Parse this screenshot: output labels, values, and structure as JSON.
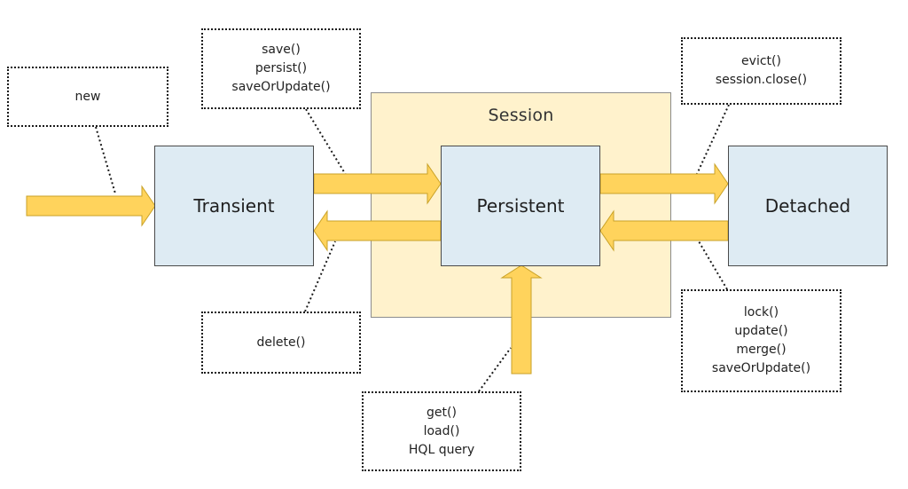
{
  "session": {
    "title": "Session"
  },
  "states": {
    "transient": "Transient",
    "persistent": "Persistent",
    "detached": "Detached"
  },
  "notes": {
    "new": [
      "new"
    ],
    "save": [
      "save()",
      "persist()",
      "saveOrUpdate()"
    ],
    "evict": [
      "evict()",
      "session.close()"
    ],
    "delete": [
      "delete()"
    ],
    "lock": [
      "lock()",
      "update()",
      "merge()",
      "saveOrUpdate()"
    ],
    "get": [
      "get()",
      "load()",
      "HQL query"
    ]
  },
  "colors": {
    "arrow_fill": "#ffd35c",
    "arrow_stroke": "#c9a227",
    "state_fill": "#deebf3",
    "session_fill": "#fff2cc"
  }
}
